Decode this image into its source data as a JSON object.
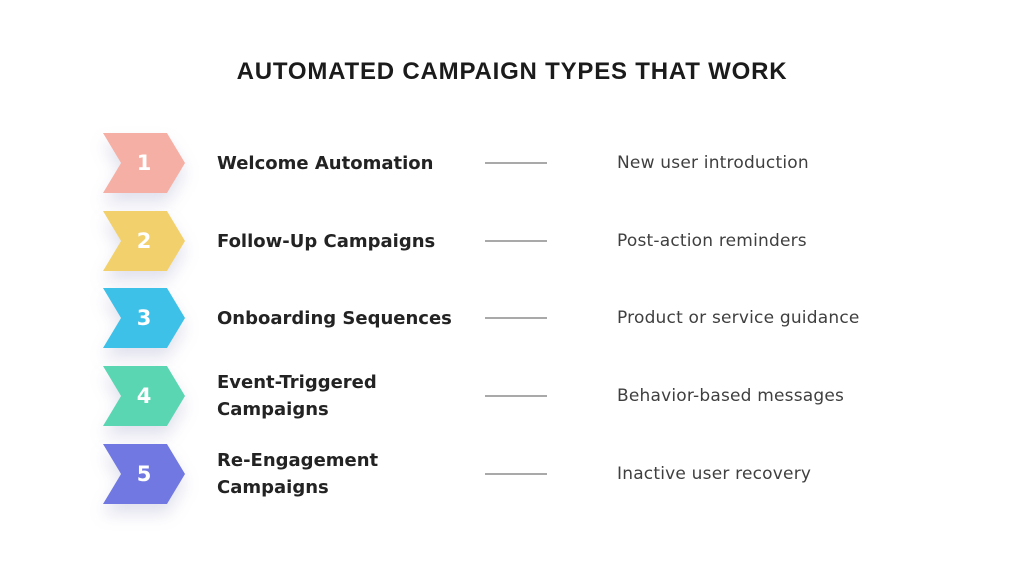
{
  "title": "AUTOMATED CAMPAIGN TYPES THAT WORK",
  "colors": {
    "background": "#ffffff",
    "title_text": "#1b1b1b",
    "label_text": "#232323",
    "description_text": "#3f3f3f",
    "connector_line": "#a9a9a9",
    "step_number_text": "#ffffff"
  },
  "rows": [
    {
      "number": "1",
      "label": "Welcome Automation",
      "description": "New user introduction",
      "color": "#f6afa4"
    },
    {
      "number": "2",
      "label": "Follow-Up Campaigns",
      "description": "Post-action reminders",
      "color": "#f2d16c"
    },
    {
      "number": "3",
      "label": "Onboarding Sequences",
      "description": "Product or service guidance",
      "color": "#3ec1e8"
    },
    {
      "number": "4",
      "label": "Event-Triggered\nCampaigns",
      "description": "Behavior-based messages",
      "color": "#5bd6b2"
    },
    {
      "number": "5",
      "label": "Re-Engagement\nCampaigns",
      "description": "Inactive user recovery",
      "color": "#7178e1"
    }
  ]
}
